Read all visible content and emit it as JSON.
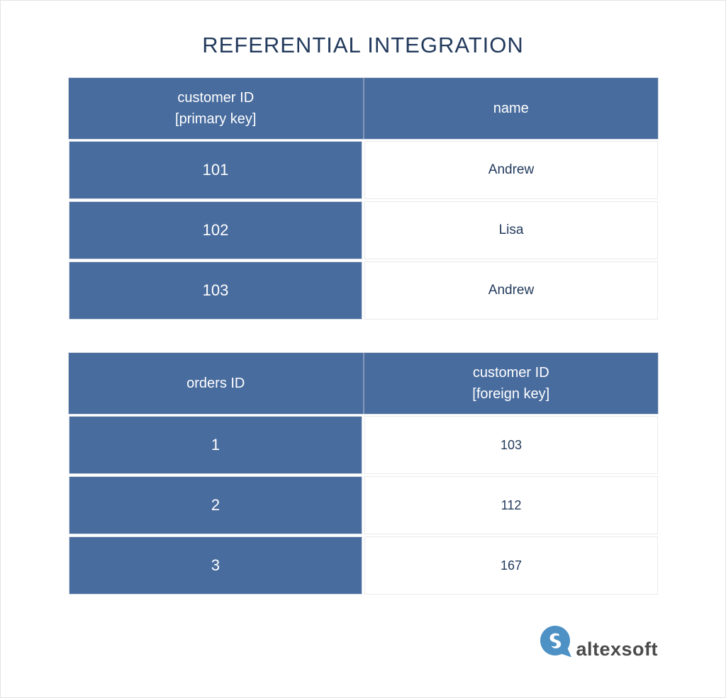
{
  "title": "REFERENTIAL INTEGRATION",
  "colors": {
    "table_blue": "#486C9E",
    "header_divider_blue": "#8599BA",
    "dark_navy_text": "#223A5C",
    "logo_blue": "#4E92C5",
    "logo_text_color": "#4A4A4A"
  },
  "customers_table": {
    "columns": [
      {
        "line1": "customer ID",
        "line2": "[primary key]"
      },
      {
        "line1": "name",
        "line2": ""
      }
    ],
    "rows": [
      {
        "id": "101",
        "name": "Andrew"
      },
      {
        "id": "102",
        "name": "Lisa"
      },
      {
        "id": "103",
        "name": "Andrew"
      }
    ]
  },
  "orders_table": {
    "columns": [
      {
        "line1": "orders ID",
        "line2": ""
      },
      {
        "line1": "customer ID",
        "line2": "[foreign key]"
      }
    ],
    "rows": [
      {
        "id": "1",
        "customer_id": "103"
      },
      {
        "id": "2",
        "customer_id": "112"
      },
      {
        "id": "3",
        "customer_id": "167"
      }
    ]
  },
  "logo": {
    "text": "altexsoft"
  },
  "chart_data": [
    {
      "type": "table",
      "title": "customers",
      "columns": [
        "customer ID [primary key]",
        "name"
      ],
      "rows": [
        [
          "101",
          "Andrew"
        ],
        [
          "102",
          "Lisa"
        ],
        [
          "103",
          "Andrew"
        ]
      ]
    },
    {
      "type": "table",
      "title": "orders",
      "columns": [
        "orders ID",
        "customer ID [foreign key]"
      ],
      "rows": [
        [
          "1",
          "103"
        ],
        [
          "2",
          "112"
        ],
        [
          "3",
          "167"
        ]
      ]
    }
  ]
}
